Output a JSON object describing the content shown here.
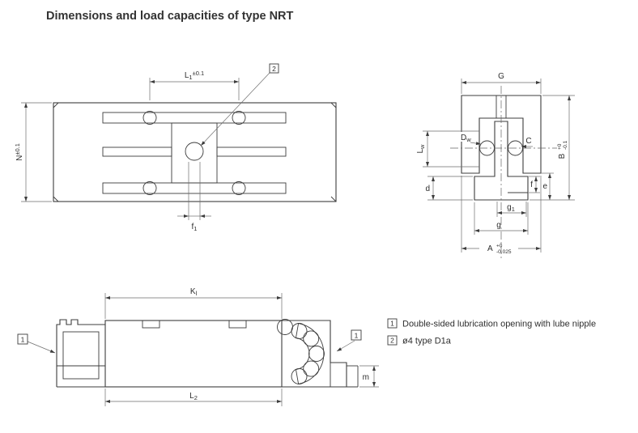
{
  "title": "Dimensions and load capacities of type NRT",
  "plan_view": {
    "l1_base": "L",
    "l1_sub": "1",
    "l1_tol": "±0.1",
    "n_base": "N",
    "n_tol": "±0.1",
    "f1_base": "f",
    "f1_sub": "1",
    "callout2": "2"
  },
  "section_view": {
    "g": "G",
    "dw_base": "D",
    "dw_sub": "w",
    "lw_base": "L",
    "lw_sub": "w",
    "c": "C",
    "b_base": "B",
    "b_tol_top": "+0",
    "b_tol_bot": "-0.1",
    "d": "d",
    "f": "f",
    "e": "e",
    "g1_base": "g",
    "g1_sub": "1",
    "g_small": "g",
    "a_base": "A",
    "a_tol_top": "+0",
    "a_tol_bot": "-0.025"
  },
  "side_view": {
    "kl_base": "K",
    "kl_sub": "l",
    "l2_base": "L",
    "l2_sub": "2",
    "m": "m",
    "callout1": "1"
  },
  "legend": {
    "items": [
      {
        "ref": "1",
        "text": "Double-sided lubrication opening with lube nipple"
      },
      {
        "ref": "2",
        "text": "ø4 type D1a"
      }
    ]
  }
}
